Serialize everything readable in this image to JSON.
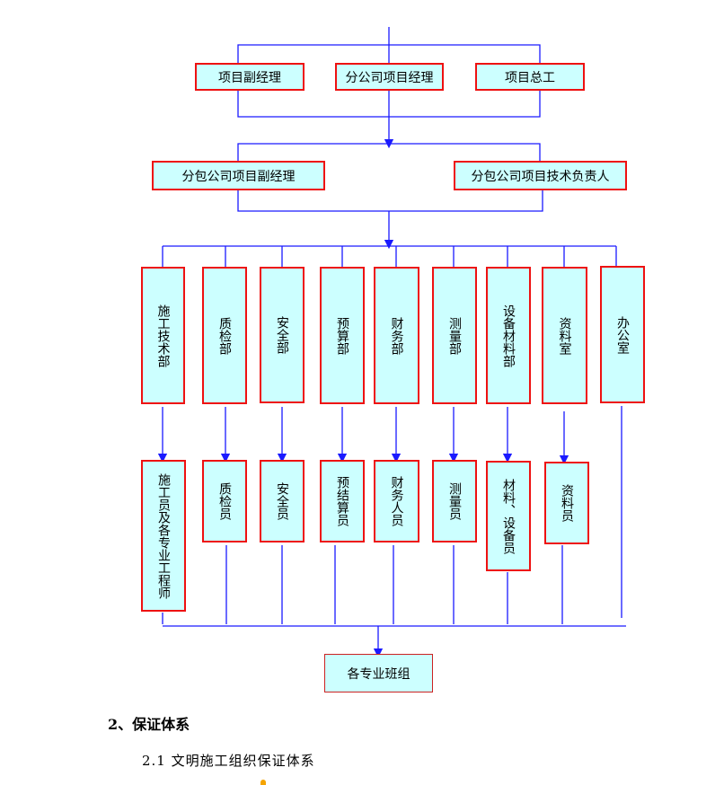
{
  "colors": {
    "line": "#1a1aff",
    "box_border": "#ee1111",
    "box_fill": "#ccffff"
  },
  "top_row": [
    "项目副经理",
    "分公司项目经理",
    "项目总工"
  ],
  "second_row": [
    "分包公司项目副经理",
    "分包公司项目技术负责人"
  ],
  "departments": [
    "施工技术部",
    "质检部",
    "安全部",
    "预算部",
    "财务部",
    "测量部",
    "设备材料部",
    "资料室",
    "办公室"
  ],
  "staff": [
    "施工员及各专业工程师",
    "质检员",
    "安全员",
    "预结算员",
    "财务人员",
    "测量员",
    "材料、设备员",
    "资料员"
  ],
  "bottom_box": "各专业班组",
  "section_heading": "2、保证体系",
  "sub_heading": "2.1 文明施工组织保证体系"
}
